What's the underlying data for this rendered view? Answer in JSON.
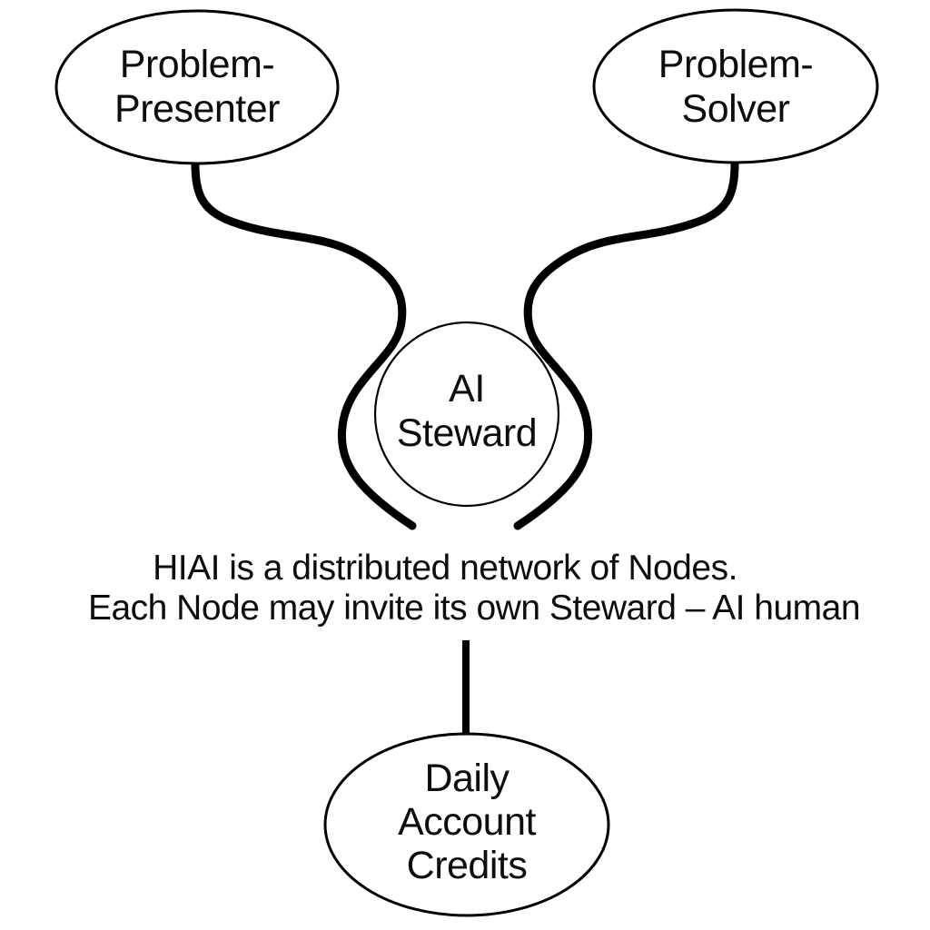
{
  "diagram": {
    "background": "#ffffff",
    "line_color": "#000000",
    "text_color": "#0d0d0d",
    "nodes": {
      "presenter": {
        "shape": "ellipse",
        "lines": [
          "Problem-",
          "Presenter"
        ]
      },
      "solver": {
        "shape": "ellipse",
        "lines": [
          "Problem-",
          "Solver"
        ]
      },
      "steward": {
        "shape": "circle",
        "lines": [
          "AI",
          "Steward"
        ]
      },
      "credits": {
        "shape": "ellipse",
        "lines": [
          "Daily",
          "Account",
          "Credits"
        ]
      }
    },
    "caption": {
      "line1": "HIAI is a distributed network of Nodes.",
      "line2": "Each Node may invite its own Steward – AI human"
    }
  }
}
